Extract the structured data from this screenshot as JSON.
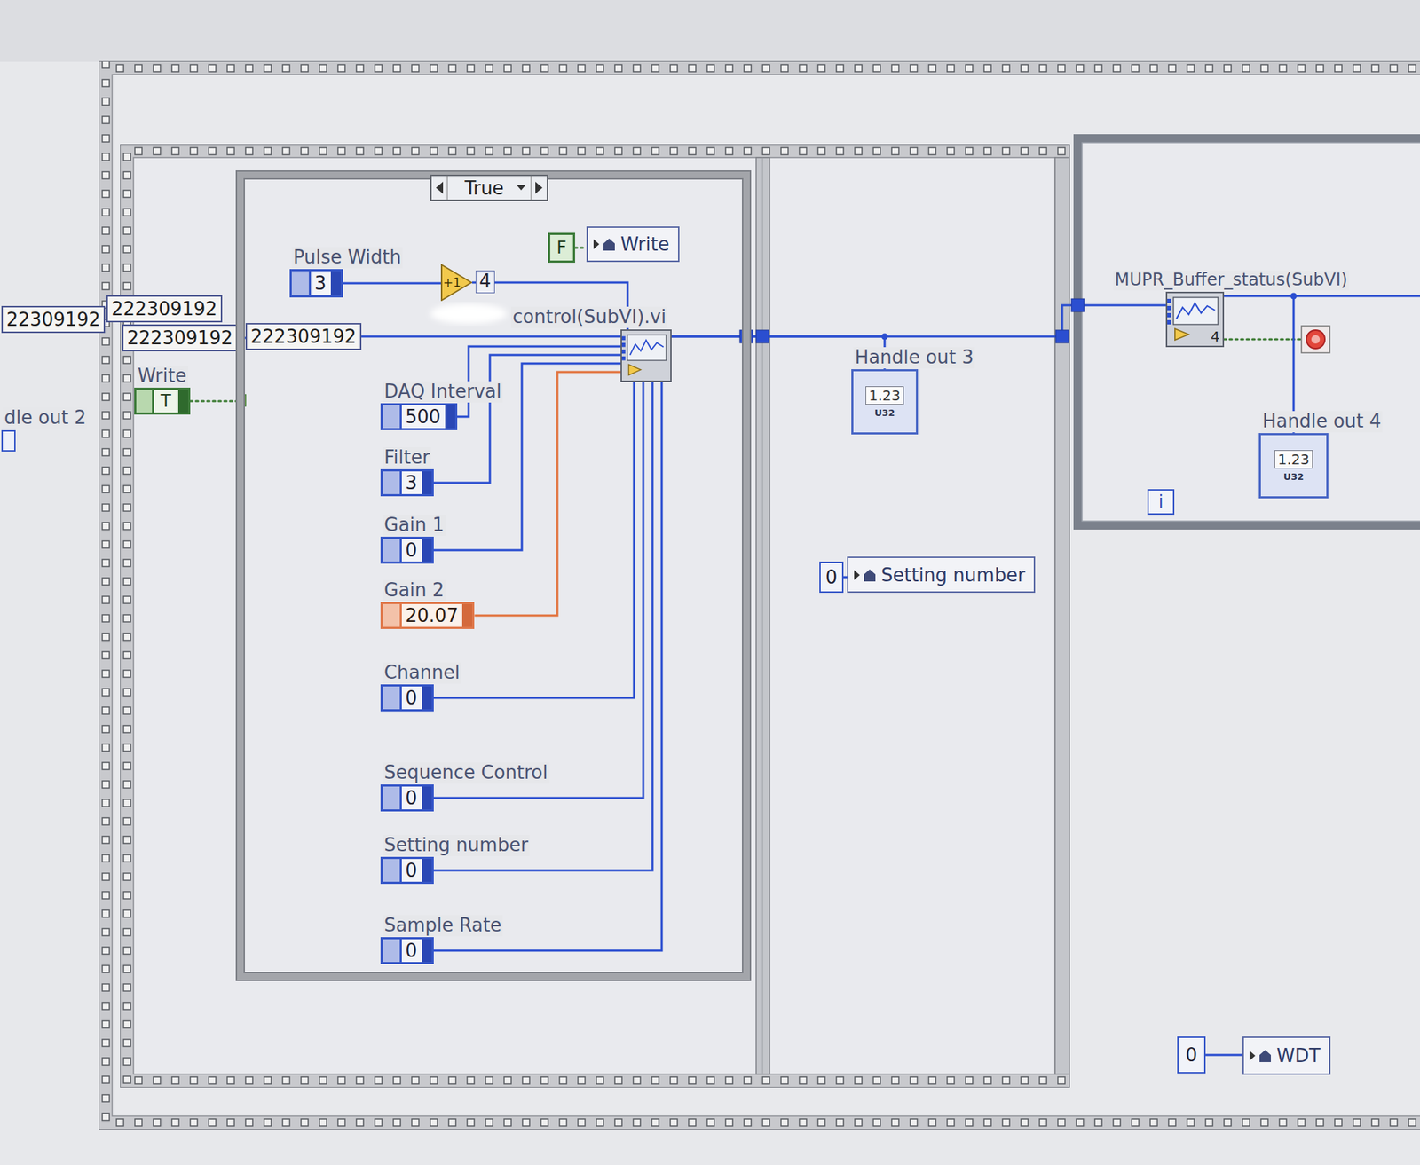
{
  "diagram": {
    "nodes": [
      {
        "text": [
          "22309192"
        ]
      },
      {
        "text": [
          "222309192"
        ]
      },
      {
        "text": [
          "222309192"
        ]
      },
      {
        "text": [
          "222309192"
        ]
      },
      {
        "text": [
          "Write",
          "T"
        ]
      },
      {
        "text": [
          "dle out 2"
        ]
      },
      {
        "text": [
          "True"
        ]
      },
      {
        "text": [
          "Pulse Width",
          "3"
        ],
        "in": 6
      },
      {
        "text": [
          "+1"
        ],
        "in": 6
      },
      {
        "text": [
          "F"
        ],
        "in": 6
      },
      {
        "text": [
          "Write"
        ],
        "in": 6
      },
      {
        "text": [
          "control(SubVI).vi"
        ],
        "in": 6
      },
      {
        "text": [
          "DAQ Interval",
          "500"
        ],
        "in": 6
      },
      {
        "text": [
          "Filter",
          "3"
        ],
        "in": 6
      },
      {
        "text": [
          "Gain 1",
          "0"
        ],
        "in": 6
      },
      {
        "text": [
          "Gain 2",
          "20.07"
        ],
        "in": 6
      },
      {
        "text": [
          "Channel",
          "0"
        ],
        "in": 6
      },
      {
        "text": [
          "Sequence Control",
          "0"
        ],
        "in": 6
      },
      {
        "text": [
          "Setting number",
          "0"
        ],
        "in": 6
      },
      {
        "text": [
          "Sample Rate",
          "0"
        ],
        "in": 6
      },
      {
        "text": [
          "Handle out 3",
          "1.23",
          "U32"
        ]
      },
      {
        "text": [
          "0"
        ]
      },
      {
        "text": [
          "Setting number"
        ]
      },
      {
        "text": [
          "MUPR_Buffer_status(SubVI)",
          "4"
        ]
      },
      {
        "text": [
          "Handle out 4",
          "1.23",
          "U32"
        ]
      },
      {
        "text": [
          "i"
        ]
      },
      {
        "text": [
          "0"
        ]
      },
      {
        "text": [
          "WDT"
        ]
      }
    ],
    "edges": [
      {
        "from": 2,
        "to": 3,
        "arrow": "none"
      },
      {
        "from": 3,
        "to": 11,
        "arrow": "none"
      },
      {
        "from": 4,
        "to": 6,
        "arrow": "none"
      },
      {
        "from": 7,
        "to": 8,
        "arrow": "none"
      },
      {
        "from": 8,
        "to": 11,
        "arrow": "none"
      },
      {
        "from": 9,
        "to": 10,
        "arrow": "none"
      },
      {
        "from": 12,
        "to": 11,
        "arrow": "none"
      },
      {
        "from": 13,
        "to": 11,
        "arrow": "none"
      },
      {
        "from": 14,
        "to": 11,
        "arrow": "none"
      },
      {
        "from": 15,
        "to": 11,
        "arrow": "none"
      },
      {
        "from": 16,
        "to": 11,
        "arrow": "none"
      },
      {
        "from": 17,
        "to": 11,
        "arrow": "none"
      },
      {
        "from": 18,
        "to": 11,
        "arrow": "none"
      },
      {
        "from": 19,
        "to": 11,
        "arrow": "none"
      },
      {
        "from": 11,
        "to": 20,
        "arrow": "none"
      },
      {
        "from": 11,
        "to": 23,
        "arrow": "none"
      },
      {
        "from": 23,
        "to": 24,
        "arrow": "none"
      },
      {
        "from": 21,
        "to": 22,
        "arrow": "none"
      },
      {
        "from": 26,
        "to": 27,
        "arrow": "none"
      }
    ],
    "labels": [
      "4"
    ]
  }
}
